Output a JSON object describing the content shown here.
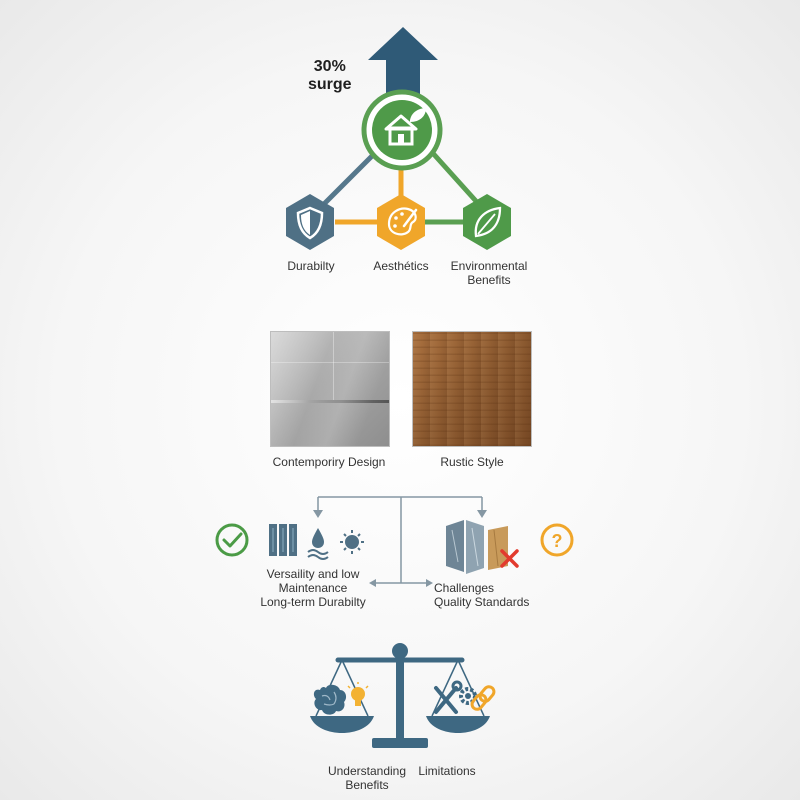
{
  "top": {
    "surge_line1": "30%",
    "surge_line2": "surge",
    "nodes": [
      {
        "label": "Durabilty",
        "icon": "shield-icon",
        "color": "#4f7085"
      },
      {
        "label": "Aesthétics",
        "icon": "palette-icon",
        "color": "#f0a62a"
      },
      {
        "label_line1": "Environmental",
        "label_line2": "Benefits",
        "icon": "leaf-icon",
        "color": "#4f9a49"
      }
    ],
    "center_icon": "home-leaf-icon",
    "accent_green": "#5a9f52",
    "accent_blue": "#2f5a77"
  },
  "styles": {
    "left_label": "Contemporiry Design",
    "right_label": "Rustic Style"
  },
  "comparison": {
    "left_line1": "Versaility and low",
    "left_line2": "Maintenance",
    "left_line3": "Long-term Durabilty",
    "right_line1": "Challenges",
    "right_line2": "Quality Standards",
    "check_color": "#4b9b46",
    "question_color": "#f0a62a"
  },
  "balance": {
    "left_line1": "Understanding",
    "left_line2": "Benefits",
    "right_label": "Limitations",
    "color": "#3e6882"
  }
}
